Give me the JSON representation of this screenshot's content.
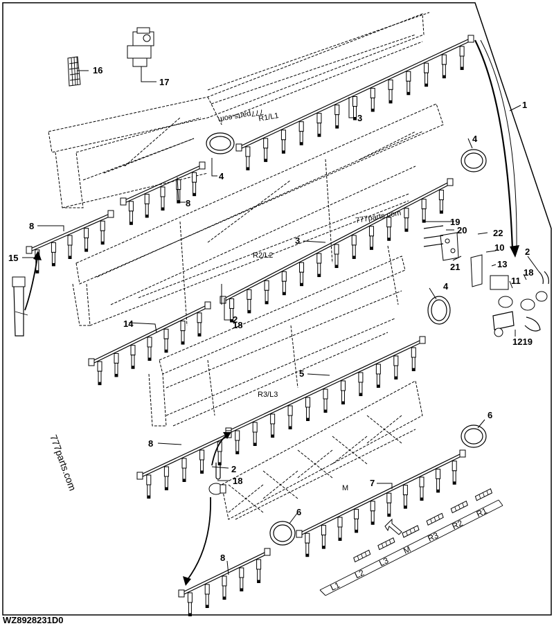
{
  "drawing_code": "WZ8928231D0",
  "watermarks": [
    "777parts.com",
    "777parts.com",
    "777parts.com"
  ],
  "section_labels": {
    "r1l1": "R1/L1",
    "r2l2": "R2/L2",
    "r3l3": "R3/L3",
    "m": "M"
  },
  "order_diagram": [
    "L1",
    "L2",
    "L3",
    "M",
    "R3",
    "R2",
    "R1"
  ],
  "callouts": {
    "c1": "1",
    "c2a": "2",
    "c2b": "2",
    "c2c": "2",
    "c3a": "3",
    "c3b": "3",
    "c4a": "4",
    "c4b": "4",
    "c4c": "4",
    "c5": "5",
    "c6a": "6",
    "c6b": "6",
    "c7": "7",
    "c8a": "8",
    "c8b": "8",
    "c8c": "8",
    "c8d": "8",
    "c10": "10",
    "c11": "11",
    "c12_19": "1219",
    "c13": "13",
    "c14": "14",
    "c15": "15",
    "c16": "16",
    "c17": "17",
    "c18a": "18",
    "c18b": "18",
    "c18c": "18",
    "c19": "19",
    "c20": "20",
    "c21": "21",
    "c22": "22"
  }
}
